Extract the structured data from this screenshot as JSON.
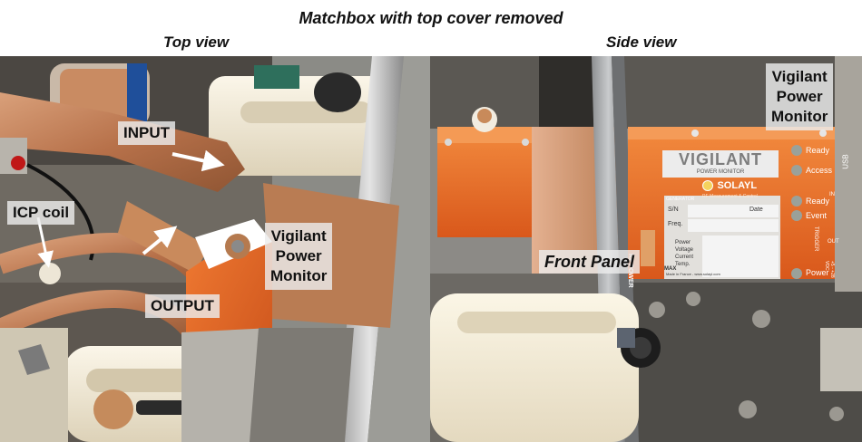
{
  "figure": {
    "title": "Matchbox with top cover removed",
    "left_subtitle": "Top view",
    "right_subtitle": "Side view"
  },
  "top_view": {
    "labels": {
      "input": "INPUT",
      "icp_coil": "ICP coil",
      "output": "OUTPUT",
      "monitor_line1": "Vigilant",
      "monitor_line2": "Power",
      "monitor_line3": "Monitor"
    },
    "arrow_color": "#ffffff"
  },
  "side_view": {
    "labels": {
      "monitor_line1": "Vigilant",
      "monitor_line2": "Power",
      "monitor_line3": "Monitor",
      "front_panel": "Front Panel"
    },
    "device_label": {
      "brand": "VIGILANT",
      "product": "POWER MONITOR",
      "maker": "SOLAYL",
      "maker_tagline": "RF Measurement & Control",
      "ready": "Ready",
      "access": "Access",
      "usb": "USB",
      "event": "Event",
      "power": "Power",
      "sn": "S/N",
      "date": "Date",
      "freq": "Freq.",
      "power_voltage_current_temp": "Power Voltage Current Temp.",
      "rf_power": "RF POWER",
      "generator": "GENERATOR",
      "max": "MAX",
      "trigger": "TRIGGER",
      "in": "IN",
      "out": "OUT",
      "vdc": "+5 - +28 VDC",
      "made_in": "Made in France - www.solayl.com"
    }
  },
  "colors": {
    "orange": "#e8621f",
    "copper": "#c88a5a",
    "cream": "#f3ead8",
    "label_bg": "#ebebeb"
  }
}
